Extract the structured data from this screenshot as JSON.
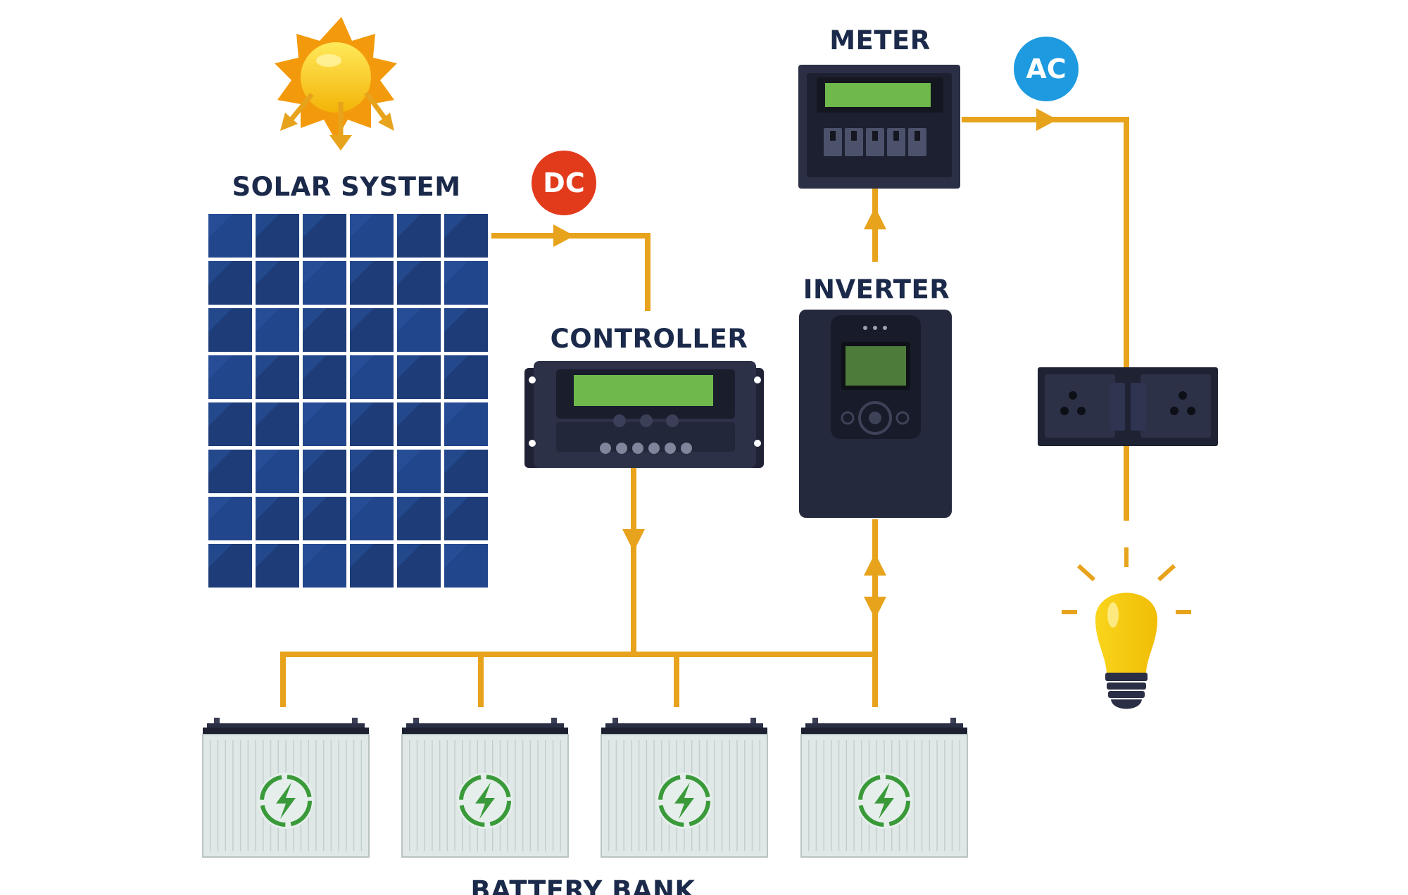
{
  "labels": {
    "solar": "SOLAR SYSTEM",
    "controller": "CONTROLLER",
    "meter": "METER",
    "inverter": "INVERTER",
    "battery_bank": "BATTERY BANK"
  },
  "badges": {
    "dc": "DC",
    "ac": "AC"
  },
  "colors": {
    "wire": "#e8a31c",
    "dc_badge": "#e23b1c",
    "ac_badge": "#1e9be0",
    "panel_cell": "#1f3f7e",
    "device_body": "#2a2f45",
    "screen": "#6eb84c",
    "battery_icon": "#3a9a3a",
    "bulb": "#f5cf10",
    "text": "#1b2a4a"
  },
  "batteries_count_shown": 4,
  "icons": [
    "sun-icon",
    "solar-panel-icon",
    "charge-controller-icon",
    "inverter-icon",
    "meter-icon",
    "power-socket-icon",
    "light-bulb-icon",
    "battery-icon",
    "lightning-bolt-icon"
  ]
}
